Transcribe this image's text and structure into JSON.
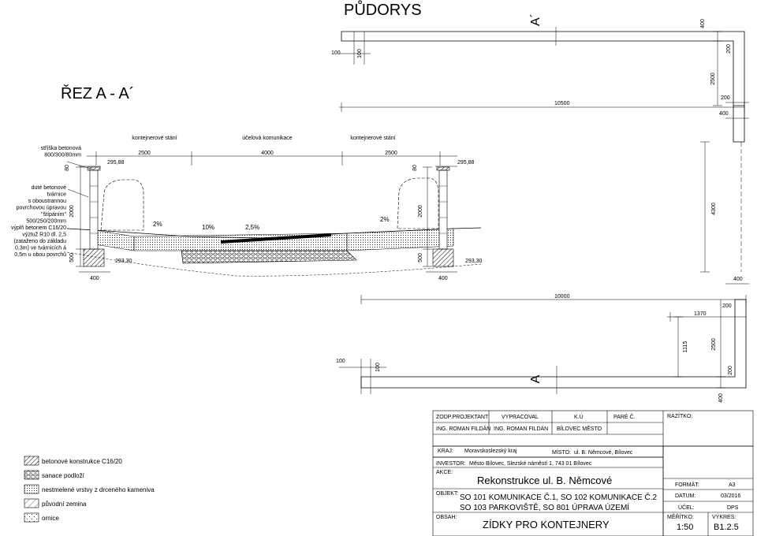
{
  "plan_title": "PŮDORYS",
  "section_title": "ŘEZ A - A´",
  "section_marker_top": "A´",
  "section_marker_bottom": "A",
  "plan_dims": {
    "d400_top": "400",
    "d200_top_right": "200",
    "d100_a": "100",
    "d100_b": "100",
    "d2500_upper": "2500",
    "d10500": "10500",
    "d200_mid": "200",
    "d400_mid": "400",
    "d4300": "4300",
    "d400_lower": "400",
    "d10000": "10000",
    "d200_lower": "200",
    "d1370": "1370",
    "d1115": "1115",
    "d2500_lower": "2500",
    "d100_c": "100",
    "d100_d": "100",
    "d200_bottom": "200",
    "d400_bottom": "400"
  },
  "section_labels": {
    "parking_left": "kontejnerové stání",
    "road": "účelová komunikace",
    "parking_right": "kontejnerové stání",
    "roof_note": "stříška betonová\n800/300/80mm",
    "wall_note": "duté betonové\ntvárnice\ns oboustrannou\npovrchovou úpravou\n\"štípáním\"\n500/250/200mm\nvýplň betonem C16/20\nvýztuž R10 dl. 2,5\n(zataženo do základu\n0,3m) ve tvárnicích á\n0,5m u obou povrchů"
  },
  "section_dims": {
    "d80_left": "80",
    "d295_left": "295,88",
    "d2500_left": "2500",
    "d4000": "4000",
    "d2500_right": "2500",
    "d80_right": "80",
    "d295_right": "295,88",
    "d2000_left": "2000",
    "d2000_right": "2000",
    "d500_left": "500",
    "d500_right": "500",
    "d293_left": "293,30",
    "d293_right": "293,30",
    "d400_left": "400",
    "d400_right": "400",
    "slope_2_left": "2%",
    "slope_10": "10%",
    "slope_25": "2,5%",
    "slope_2_right": "2%"
  },
  "legend": [
    {
      "label": "betonové konstrukce C16/20",
      "pattern": "hatch"
    },
    {
      "label": "sanace podloží",
      "pattern": "gravel"
    },
    {
      "label": "nestmelené vrstvy z drceného kameniva",
      "pattern": "dots"
    },
    {
      "label": "původní zemina",
      "pattern": "diag"
    },
    {
      "label": "ornice",
      "pattern": "sparse"
    }
  ],
  "title_block": {
    "zodp_label": "ZODP.PROJEKTANT",
    "vypracoval_label": "VYPRACOVAL",
    "ku_label": "K.Ú",
    "pare_label": "PARÉ Č.",
    "razitko_label": "RAZÍTKO:",
    "zodp_value": "ING. ROMAN FILDÁN",
    "vypracoval_value": "ING. ROMAN FILDÁN",
    "ku_value": "BÍLOVEC MĚSTO",
    "kraj_label": "KRAJ:",
    "kraj_value": "Moravskoslezský kraj",
    "misto_label": "MÍSTO:",
    "misto_value": "ul. B. Němcové, Bílovec",
    "investor_label": "INVESTOR:",
    "investor_value": "Město Bílovec, Slezské náměstí 1, 743  01 Bílovec",
    "akce_label": "AKCE:",
    "akce_value": "Rekonstrukce ul. B. Němcové",
    "objekt_label": "OBJEKT:",
    "objekt_value_1": "SO 101 KOMUNIKACE Č.1, SO 102 KOMUNIKACE Č.2",
    "objekt_value_2": "SO 103 PARKOVIŠTĚ, SO 801 ÚPRAVA ÚZEMÍ",
    "obsah_label": "OBSAH:",
    "obsah_value": "ZÍDKY PRO KONTEJNERY",
    "format_label": "FORMÁT:",
    "format_value": "A3",
    "datum_label": "DATUM:",
    "datum_value": "03/2016",
    "ucel_label": "ÚČEL:",
    "ucel_value": "DPS",
    "meritko_label": "MĚŘÍTKO:",
    "meritko_value": "1:50",
    "vykres_label": "VÝKRES:",
    "vykres_value": "B1.2.5"
  }
}
